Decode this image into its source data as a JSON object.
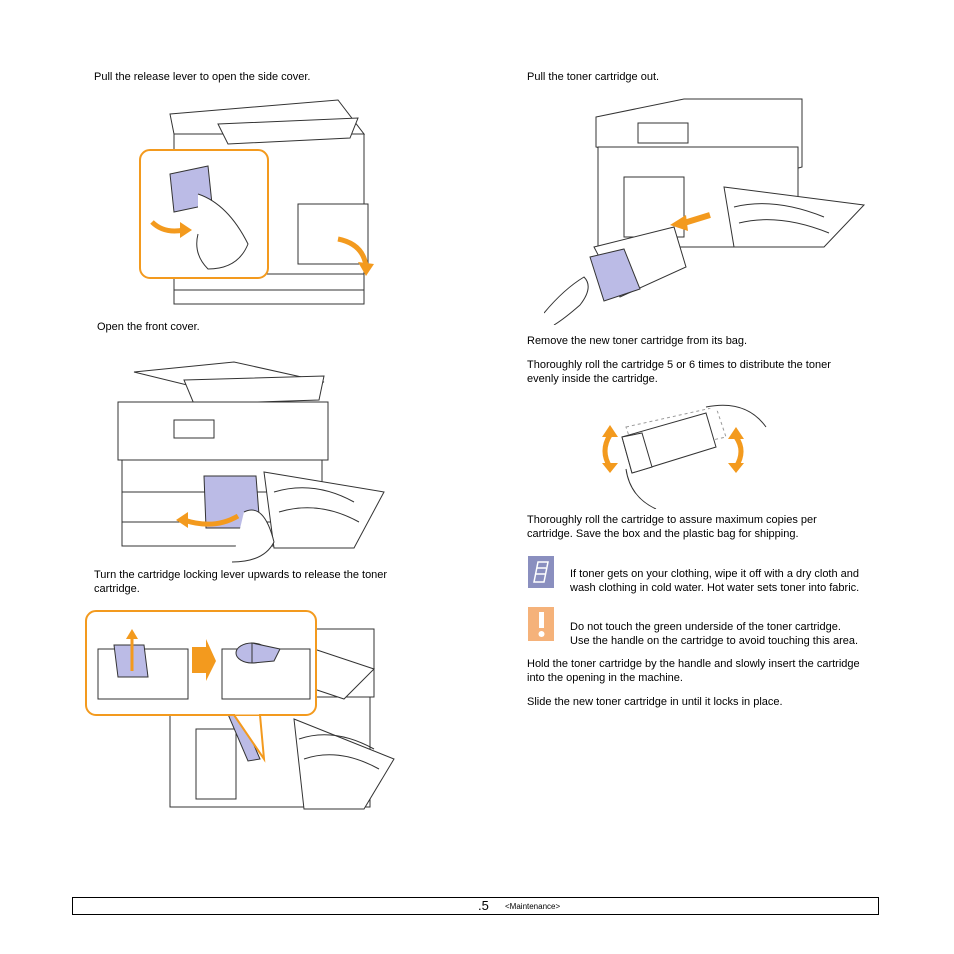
{
  "left": {
    "step1": "Pull the release lever to open the side cover.",
    "step2": "Open the front cover.",
    "step3_line1": "Turn the cartridge locking lever upwards to release the toner",
    "step3_line2": "cartridge."
  },
  "right": {
    "step4": "Pull the toner cartridge out.",
    "step5": "Remove the new toner cartridge from its bag.",
    "step6_line1": "Thoroughly roll the cartridge 5 or 6 times to distribute the toner",
    "step6_line2": "evenly inside the cartridge.",
    "step7_line1": "Thoroughly roll the cartridge to assure maximum copies per",
    "step7_line2": "cartridge. Save the box and the plastic bag for shipping.",
    "note_line1": "If toner gets on your clothing, wipe it off with a dry cloth and",
    "note_line2": "wash clothing in cold water. Hot water sets toner into fabric.",
    "caution_line1": "Do not touch the green underside of the toner cartridge.",
    "caution_line2": "Use the handle on the cartridge to avoid touching this area.",
    "step8_line1": "Hold the toner cartridge by the handle and slowly insert the cartridge",
    "step8_line2": "into the opening in the machine.",
    "step9": "Slide the new toner cartridge in until it locks in place."
  },
  "footer": {
    "page_number": ".5",
    "section": "<Maintenance>"
  },
  "colors": {
    "accent_orange": "#F39A1E",
    "note_icon": "#8A8FBF",
    "caution_icon": "#F5B27A",
    "line_art": "#333333",
    "highlight_lavender": "#BBBBE6"
  },
  "icons": [
    "note-icon",
    "caution-icon"
  ]
}
